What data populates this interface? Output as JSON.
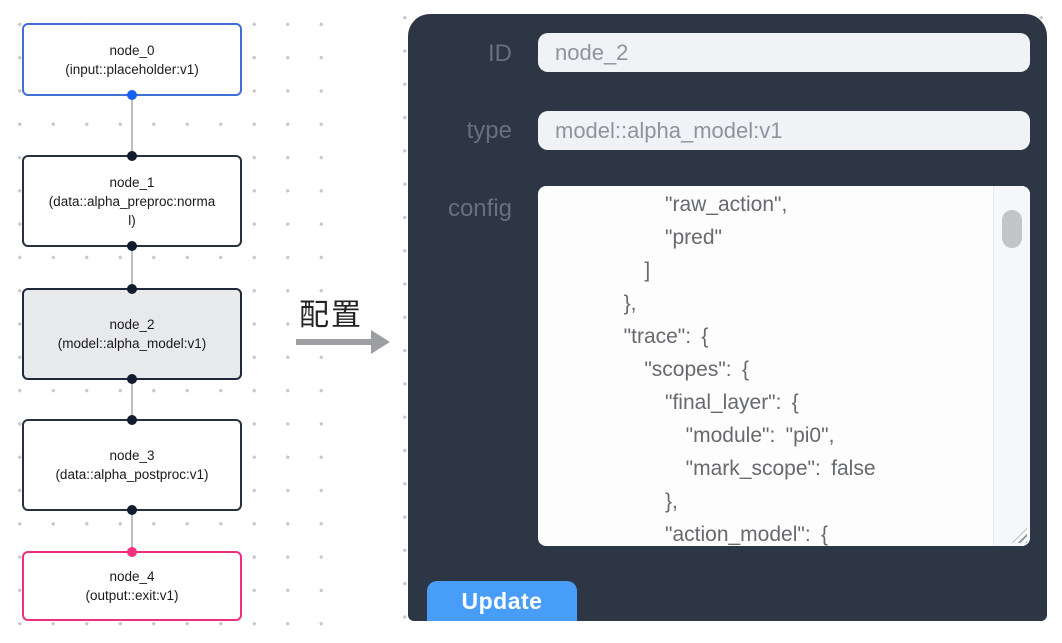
{
  "flow": {
    "nodes": [
      {
        "name": "node_0",
        "type": "(input::placeholder:v1)"
      },
      {
        "name": "node_1",
        "type": "(data::alpha_preproc:normal)"
      },
      {
        "name": "node_2",
        "type": "(model::alpha_model:v1)"
      },
      {
        "name": "node_3",
        "type": "(data::alpha_postproc:v1)"
      },
      {
        "name": "node_4",
        "type": "(output::exit:v1)"
      }
    ],
    "edge_label": "配置"
  },
  "panel": {
    "fields": {
      "id": {
        "label": "ID",
        "value": "node_2"
      },
      "type": {
        "label": "type",
        "value": "model::alpha_model:v1"
      },
      "config": {
        "label": "config"
      }
    },
    "config_lines": [
      "      \"raw_action\",",
      "      \"pred\"",
      "    ]",
      "  },",
      "  \"trace\": {",
      "    \"scopes\": {",
      "      \"final_layer\": {",
      "        \"module\": \"pi0\",",
      "        \"mark_scope\": false",
      "      },",
      "      \"action_model\": {"
    ],
    "update_label": "Update"
  },
  "colors": {
    "panel_background": "#2d3645",
    "accent_blue": "#479df7",
    "node_selected_background": "#e8e9eb",
    "node_default_border": "#27303f",
    "node_input_border": "#4070d6",
    "node_output_border": "#ee2f7e",
    "port_dark": "#111c2e",
    "port_blue": "#1560ef",
    "port_pink": "#f5317f",
    "edge_gray": "#bcbdc1"
  }
}
